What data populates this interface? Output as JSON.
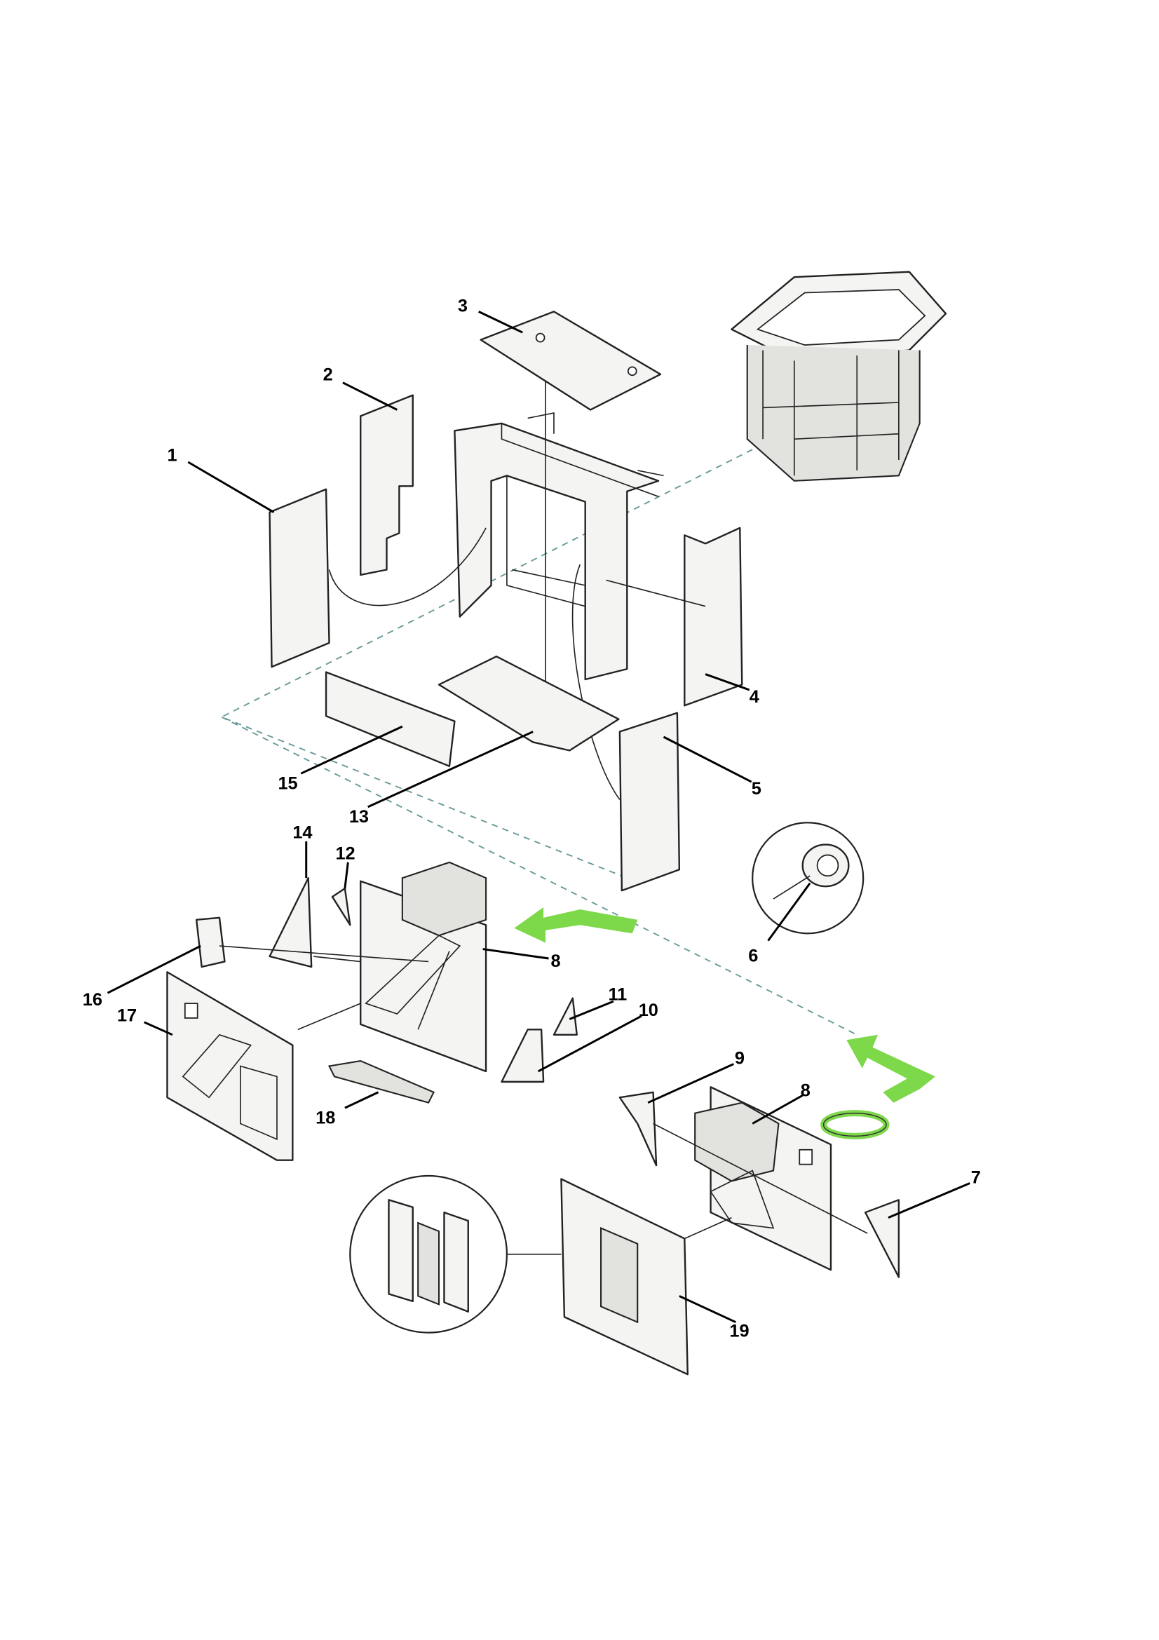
{
  "diagram": {
    "type": "exploded-assembly",
    "callouts": [
      {
        "id": "1",
        "text": "1"
      },
      {
        "id": "2",
        "text": "2"
      },
      {
        "id": "3",
        "text": "3"
      },
      {
        "id": "4",
        "text": "4"
      },
      {
        "id": "5",
        "text": "5"
      },
      {
        "id": "6",
        "text": "6"
      },
      {
        "id": "7",
        "text": "7"
      },
      {
        "id": "8a",
        "text": "8"
      },
      {
        "id": "8b",
        "text": "8"
      },
      {
        "id": "9",
        "text": "9"
      },
      {
        "id": "10",
        "text": "10"
      },
      {
        "id": "11",
        "text": "11"
      },
      {
        "id": "12",
        "text": "12"
      },
      {
        "id": "13",
        "text": "13"
      },
      {
        "id": "14",
        "text": "14"
      },
      {
        "id": "15",
        "text": "15"
      },
      {
        "id": "16",
        "text": "16"
      },
      {
        "id": "17",
        "text": "17"
      },
      {
        "id": "18",
        "text": "18"
      },
      {
        "id": "19",
        "text": "19"
      }
    ],
    "colors": {
      "arrow": "#7dd84a",
      "line": "#222222",
      "dashed": "#6a9a9a",
      "panel": "#f4f4f2"
    }
  }
}
